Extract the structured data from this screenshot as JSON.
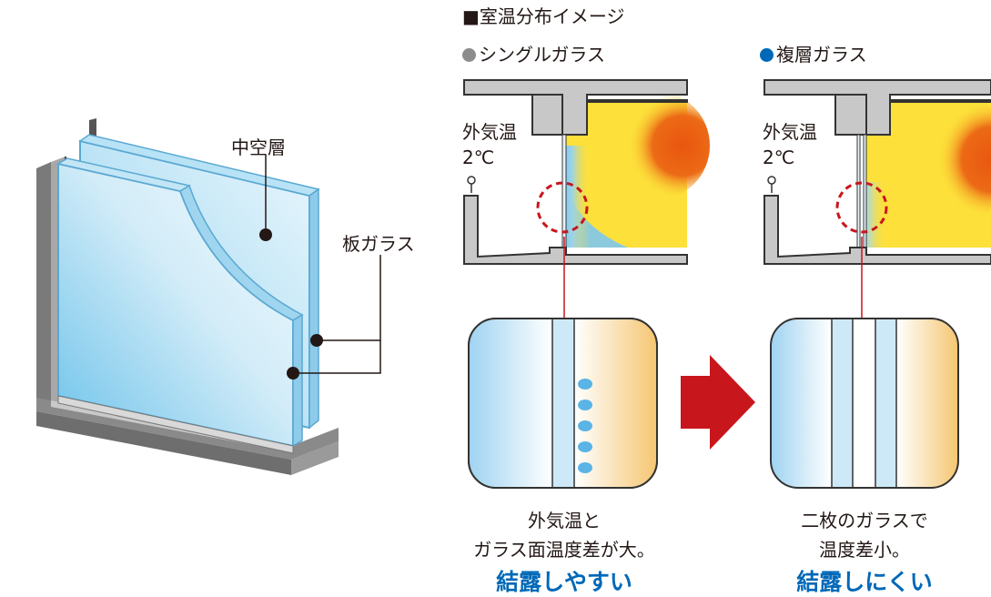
{
  "title": "■室温分布イメージ",
  "left_diagram": {
    "label_hollow": "中空層",
    "label_glass": "板ガラス"
  },
  "single": {
    "header": "シングルガラス",
    "dot_color": "#8c8c8c",
    "outside_label": "外気温",
    "outside_temp": "2℃",
    "caption_line1": "外気温と",
    "caption_line2": "ガラス面温度差が大。",
    "result": "結露しやすい"
  },
  "double": {
    "header": "複層ガラス",
    "dot_color": "#0068b7",
    "outside_label": "外気温",
    "outside_temp": "2℃",
    "caption_line1": "二枚のガラスで",
    "caption_line2": "温度差小。",
    "result": "結露しにくい"
  },
  "colors": {
    "accent_blue": "#0068b7",
    "arrow_red": "#c8161d",
    "frame_gray": "#b4b4b4",
    "heat_yellow": "#fde03a",
    "heat_orange": "#ea5d12",
    "cold_blue": "#7ec8ef"
  }
}
